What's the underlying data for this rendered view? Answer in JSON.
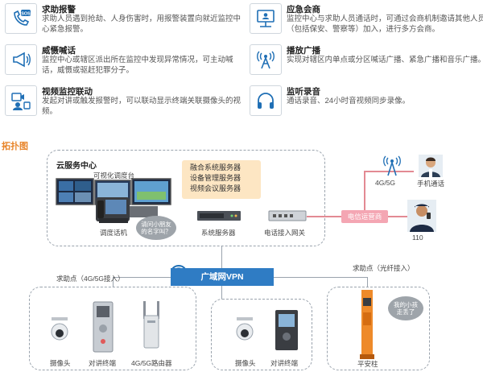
{
  "features": [
    {
      "icon": "sos-phone-icon",
      "title": "求助报警",
      "desc": "求助人员遇到抢劫、人身伤害时，用报警装置向就近监控中心紧急报警。"
    },
    {
      "icon": "conference-icon",
      "title": "应急会商",
      "desc": "监控中心与求助人员通话时，可通过会商机制邀请其他人员（包括保安、警察等）加入，进行多方会商。"
    },
    {
      "icon": "megaphone-icon",
      "title": "威慑喊话",
      "desc": "监控中心或辖区派出所在监控中发现异常情况，可主动喊话，威慑或驱赶犯罪分子。"
    },
    {
      "icon": "broadcast-tower-icon",
      "title": "播放广播",
      "desc": "实现对辖区内单点或分区喊话广播、紧急广播和音乐广播。"
    },
    {
      "icon": "video-monitor-icon",
      "title": "视频监控联动",
      "desc": "发起对讲或触发报警时，可以联动显示终端关联摄像头的视频。"
    },
    {
      "icon": "headphones-icon",
      "title": "监听录音",
      "desc": "通话录音、24小时音视频同步录像。"
    }
  ],
  "topology": {
    "title": "拓扑图",
    "cloud_center": "云服务中心",
    "visual_console": "可视化调度台",
    "dispatch_phone": "调度话机",
    "bubble_text": "请问小朋友的名字叫？",
    "servers": [
      "融合系统服务器",
      "设备管理服务器",
      "视频会议服务器"
    ],
    "system_server": "系统服务器",
    "phone_gateway": "电话接入网关",
    "signal_label": "4G/5G",
    "mobile_call": "手机通话",
    "operator": "电信运营商",
    "police": "110",
    "vpn": "广域网VPN",
    "help_point_4g": "求助点（4G/5G接入）",
    "help_point_fiber": "求助点（光纤接入）",
    "camera": "摄像头",
    "intercom": "对讲终端",
    "router": "4G/5G路由器",
    "camera2": "摄像头",
    "intercom2": "对讲终端",
    "safety_pillar": "平安柱",
    "kid_bubble": "我的小孩走丢了"
  },
  "colors": {
    "accent": "#e8852b",
    "vpn": "#2f7cc4",
    "operator": "#f4a6b3",
    "icon": "#1f6fb5"
  }
}
